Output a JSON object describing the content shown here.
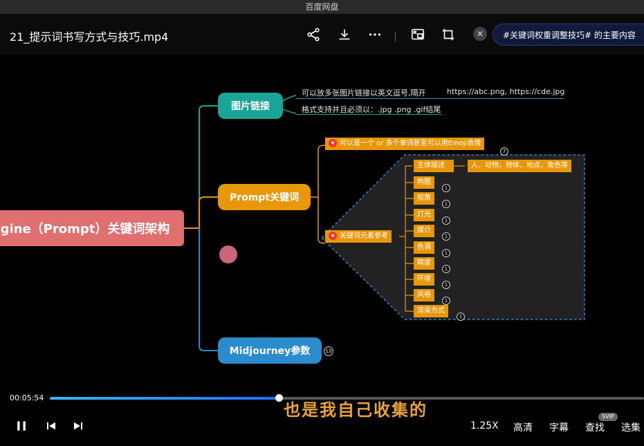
{
  "window": {
    "title": "百度网盘"
  },
  "header": {
    "file_title": "21_提示词书写方式与技巧.mp4",
    "hash_chip": "#关键词权重调整技巧# 的主要内容"
  },
  "mindmap": {
    "root": "gine（Prompt）关键词架构",
    "img_node": "图片链接",
    "img_note_1": "可以放多张图片链接以英文逗号,隔开",
    "img_note_1_example": "https://abc.png, https://cde.jpg",
    "img_note_2": "格式支持并且必须以：.jpg .png .gif结尾",
    "prompt_node": "Prompt关键词",
    "prompt_tip": "可以是一个 or 多个单词甚至可以用Emoji表情",
    "prompt_tip_badge": "7",
    "element_ref": "关键词元素参考",
    "subject_label": "主体描述",
    "subject_desc": "人，动物，物体，地点，角色等",
    "elements": [
      "构图",
      "视角",
      "灯光",
      "媒介",
      "色调",
      "精度",
      "环境",
      "风格",
      "渲染方式"
    ],
    "element_badge": "1",
    "mj_node": "Midjourney参数",
    "mj_badge": "13"
  },
  "player": {
    "current_time": "00:05:54",
    "progress": 0.385,
    "subtitle": "也是我自己收集的",
    "speed": "1.25X",
    "quality": "高清",
    "captions": "字幕",
    "search": "查找",
    "svip": "SVIP",
    "episodes": "选集"
  }
}
